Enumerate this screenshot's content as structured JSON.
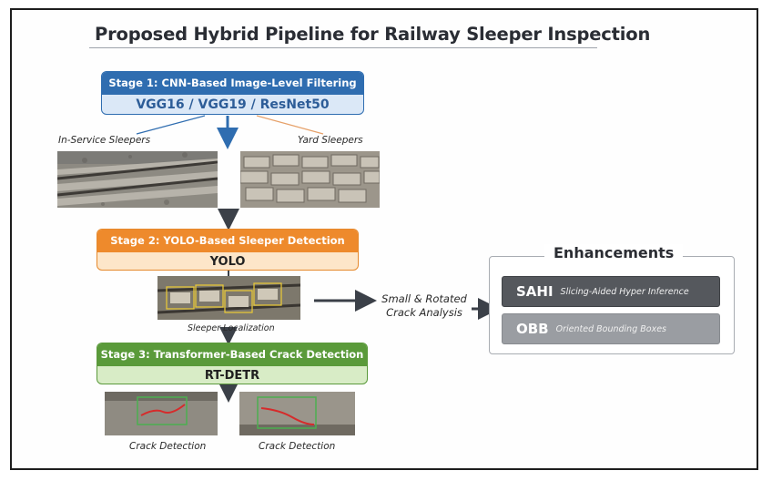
{
  "title": "Proposed Hybrid Pipeline for Railway Sleeper Inspection",
  "stages": [
    {
      "heading": "Stage 1: CNN-Based Image-Level Filtering",
      "model": "VGG16 / VGG19 / ResNet50",
      "color": "#2f6db0"
    },
    {
      "heading": "Stage 2: YOLO-Based Sleeper Detection",
      "model": "YOLO",
      "color": "#ee8a2c"
    },
    {
      "heading": "Stage 3: Transformer-Based Crack Detection",
      "model": "RT-DETR",
      "color": "#5a9a3a"
    }
  ],
  "image_labels": {
    "in_service": "In-Service Sleepers",
    "yard": "Yard Sleepers",
    "localization": "Sleeper Localization",
    "crack_left": "Crack Detection",
    "crack_right": "Crack Detection"
  },
  "analysis_label": {
    "line1": "Small & Rotated",
    "line2": "Crack Analysis"
  },
  "enhancements": {
    "title": "Enhancements",
    "items": [
      {
        "abbr": "SAHI",
        "desc": "Slicing-Aided Hyper Inference"
      },
      {
        "abbr": "OBB",
        "desc": "Oriented Bounding Boxes"
      }
    ]
  }
}
